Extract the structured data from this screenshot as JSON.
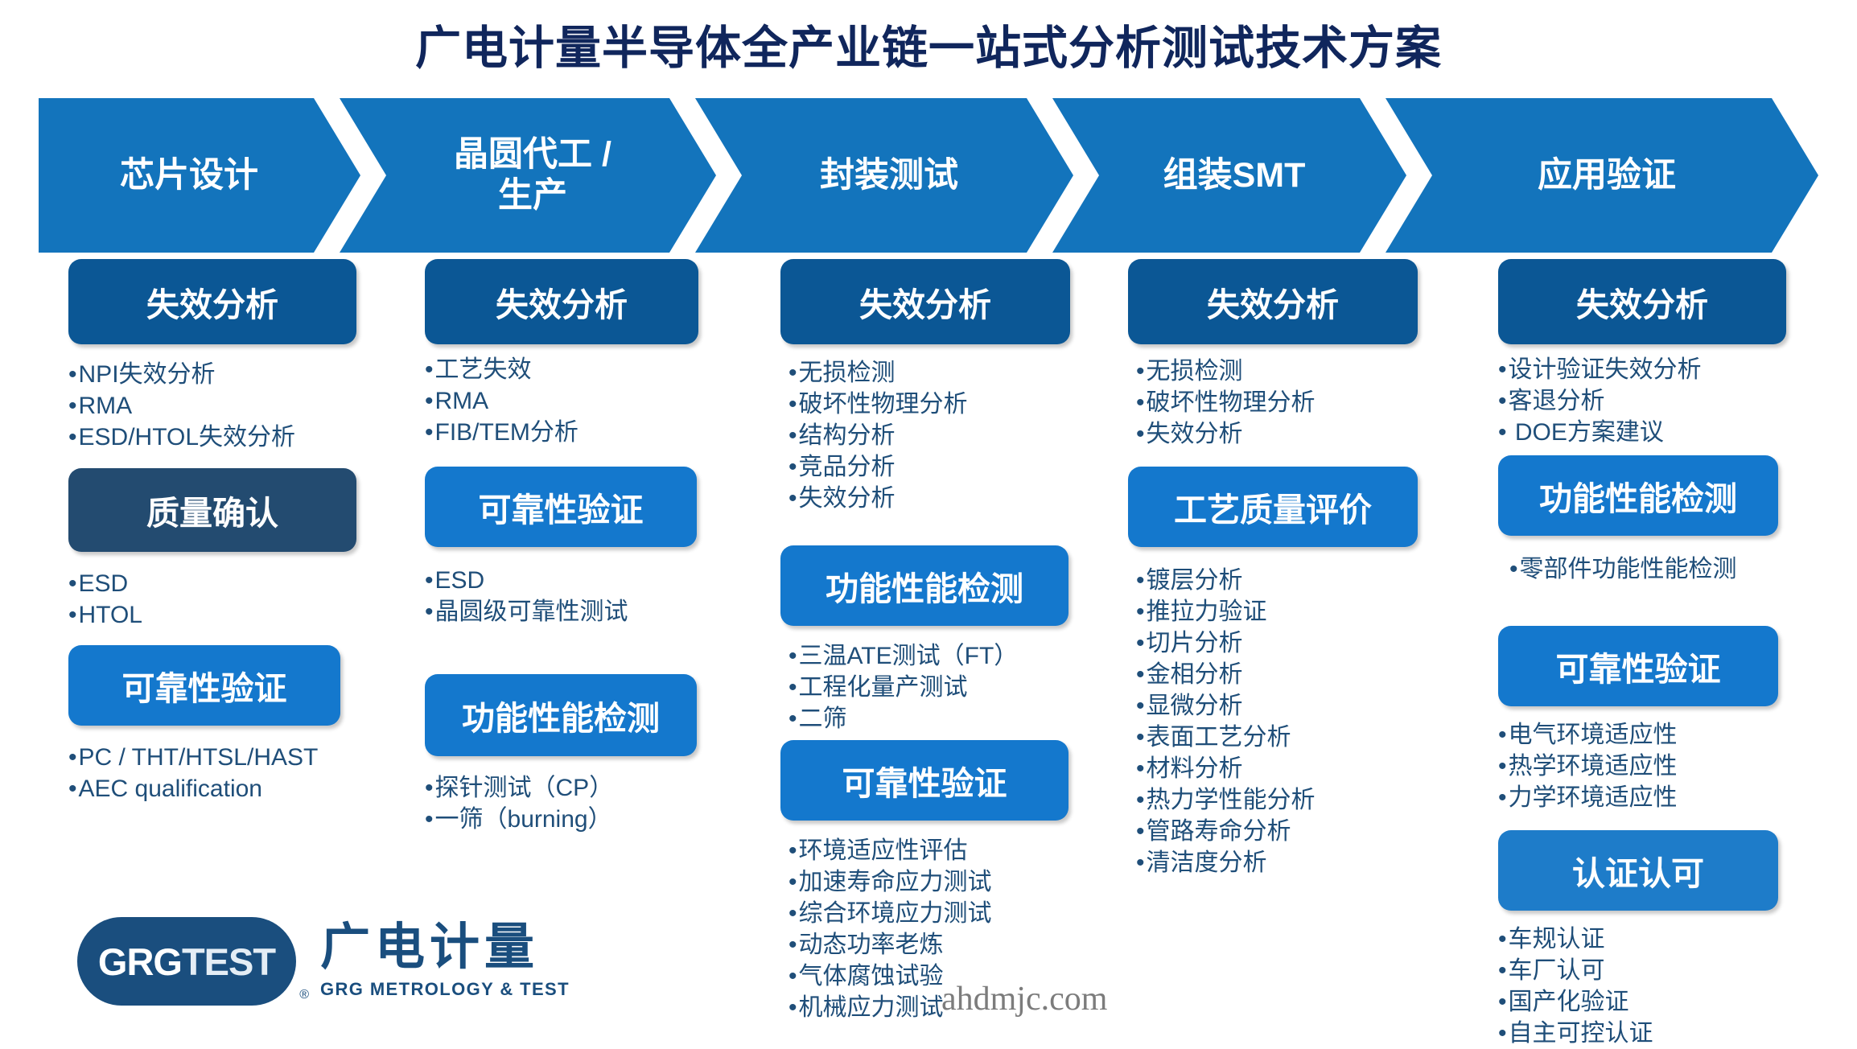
{
  "title": "广电计量半导体全产业链一站式分析测试技术方案",
  "colors": {
    "title": "#10265C",
    "chevron": "#1374BC",
    "header_dark": "#0B5795",
    "header_slate": "#234B70",
    "header_bright": "#1478CD",
    "bullet_text": "#1F4E79",
    "logo": "#1A4E7E"
  },
  "stages": [
    {
      "label": "芯片设计"
    },
    {
      "label": "晶圆代工 /\n生产"
    },
    {
      "label": "封装测试"
    },
    {
      "label": "组装SMT"
    },
    {
      "label": "应用验证"
    }
  ],
  "columns": [
    {
      "name": "chip-design",
      "blocks": [
        {
          "header": "失效分析",
          "style": "dark",
          "items": [
            "NPI失效分析",
            "RMA",
            "ESD/HTOL失效分析"
          ]
        },
        {
          "header": "质量确认",
          "style": "slate",
          "items": [
            "ESD",
            "HTOL"
          ]
        },
        {
          "header": "可靠性验证",
          "style": "bright",
          "items": [
            "PC / THT/HTSL/HAST",
            "AEC qualification"
          ]
        }
      ]
    },
    {
      "name": "wafer-foundry",
      "blocks": [
        {
          "header": "失效分析",
          "style": "dark",
          "items": [
            "工艺失效",
            "RMA",
            "FIB/TEM分析"
          ]
        },
        {
          "header": "可靠性验证",
          "style": "bright",
          "items": [
            "ESD",
            "晶圆级可靠性测试"
          ]
        },
        {
          "header": "功能性能检测",
          "style": "bright",
          "items": [
            "探针测试（CP）",
            "一筛（burning）"
          ]
        }
      ]
    },
    {
      "name": "packaging-test",
      "blocks": [
        {
          "header": "失效分析",
          "style": "dark",
          "items": [
            "无损检测",
            "破坏性物理分析",
            "结构分析",
            "竞品分析",
            "失效分析"
          ]
        },
        {
          "header": "功能性能检测",
          "style": "bright",
          "items": [
            "三温ATE测试（FT）",
            "工程化量产测试",
            "二筛"
          ]
        },
        {
          "header": "可靠性验证",
          "style": "bright",
          "items": [
            "环境适应性评估",
            "加速寿命应力测试",
            "综合环境应力测试",
            "动态功率老炼",
            "气体腐蚀试验",
            "机械应力测试"
          ]
        }
      ]
    },
    {
      "name": "assembly-smt",
      "blocks": [
        {
          "header": "失效分析",
          "style": "dark",
          "items": [
            "无损检测",
            "破坏性物理分析",
            "失效分析"
          ]
        },
        {
          "header": "工艺质量评价",
          "style": "bright",
          "items": [
            "镀层分析",
            "推拉力验证",
            "切片分析",
            "金相分析",
            "显微分析",
            "表面工艺分析",
            "材料分析",
            "热力学性能分析",
            "管路寿命分析",
            "清洁度分析"
          ]
        }
      ]
    },
    {
      "name": "application-validation",
      "blocks": [
        {
          "header": "失效分析",
          "style": "dark",
          "items": [
            "设计验证失效分析",
            "客退分析",
            " DOE方案建议"
          ]
        },
        {
          "header": "功能性能检测",
          "style": "bright",
          "items": [
            "零部件功能性能检测"
          ]
        },
        {
          "header": "可靠性验证",
          "style": "bright",
          "items": [
            "电气环境适应性",
            "热学环境适应性",
            "力学环境适应性"
          ]
        },
        {
          "header": "认证认可",
          "style": "bright2",
          "items": [
            "车规认证",
            "车厂认可",
            "国产化验证",
            "自主可控认证"
          ]
        }
      ]
    }
  ],
  "logo": {
    "mark_part1": "GRG",
    "mark_part2": "TEST",
    "registered": "®",
    "chinese": "广电计量",
    "english": "GRG METROLOGY & TEST"
  },
  "watermark": "ahdmjc.com"
}
